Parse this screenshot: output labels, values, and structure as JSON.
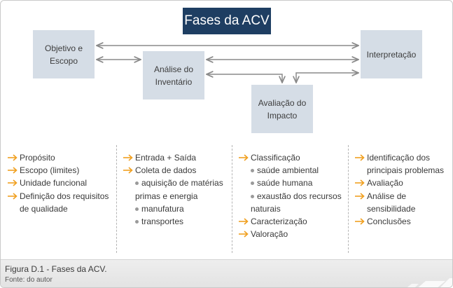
{
  "title": "Fases da ACV",
  "phases": {
    "objetivo": [
      "Objetivo e",
      "Escopo"
    ],
    "inventario": [
      "Análise do",
      "Inventário"
    ],
    "interpretacao": [
      "Interpretação"
    ],
    "impacto": [
      "Avaliação do",
      "Impacto"
    ]
  },
  "columns": [
    {
      "rows": [
        {
          "kind": "item",
          "text": "Propósito"
        },
        {
          "kind": "item",
          "text": "Escopo (limites)"
        },
        {
          "kind": "item",
          "text": "Unidade funcional"
        },
        {
          "kind": "item",
          "text": "Definição dos requisitos"
        },
        {
          "kind": "cont",
          "text": "de qualidade"
        }
      ]
    },
    {
      "rows": [
        {
          "kind": "item",
          "text": "Entrada + Saída"
        },
        {
          "kind": "item",
          "text": "Coleta de dados"
        },
        {
          "kind": "sub",
          "text": "aquisição de matérias"
        },
        {
          "kind": "subcont",
          "text": "primas e energia"
        },
        {
          "kind": "sub",
          "text": "manufatura"
        },
        {
          "kind": "sub",
          "text": "transportes"
        }
      ]
    },
    {
      "rows": [
        {
          "kind": "item",
          "text": "Classificação"
        },
        {
          "kind": "sub",
          "text": "saúde ambiental"
        },
        {
          "kind": "sub",
          "text": "saúde humana"
        },
        {
          "kind": "sub",
          "text": "exaustão dos recursos"
        },
        {
          "kind": "subcont",
          "text": "naturais"
        },
        {
          "kind": "item",
          "text": "Caracterização"
        },
        {
          "kind": "item",
          "text": "Valoração"
        }
      ]
    },
    {
      "rows": [
        {
          "kind": "item",
          "text": "Identificação dos"
        },
        {
          "kind": "cont",
          "text": "principais problemas"
        },
        {
          "kind": "item",
          "text": "Avaliação"
        },
        {
          "kind": "item",
          "text": "Análise de"
        },
        {
          "kind": "cont",
          "text": "sensibilidade"
        },
        {
          "kind": "item",
          "text": "Conclusões"
        }
      ]
    }
  ],
  "caption": {
    "main": "Figura D.1 - Fases da ACV.",
    "source": "Fonte: do autor"
  },
  "colors": {
    "title_bg": "#1e3e62",
    "phase_bg": "#d5dde6",
    "connector": "#8a8a8a",
    "bullet_arrow": "#f0a020"
  }
}
